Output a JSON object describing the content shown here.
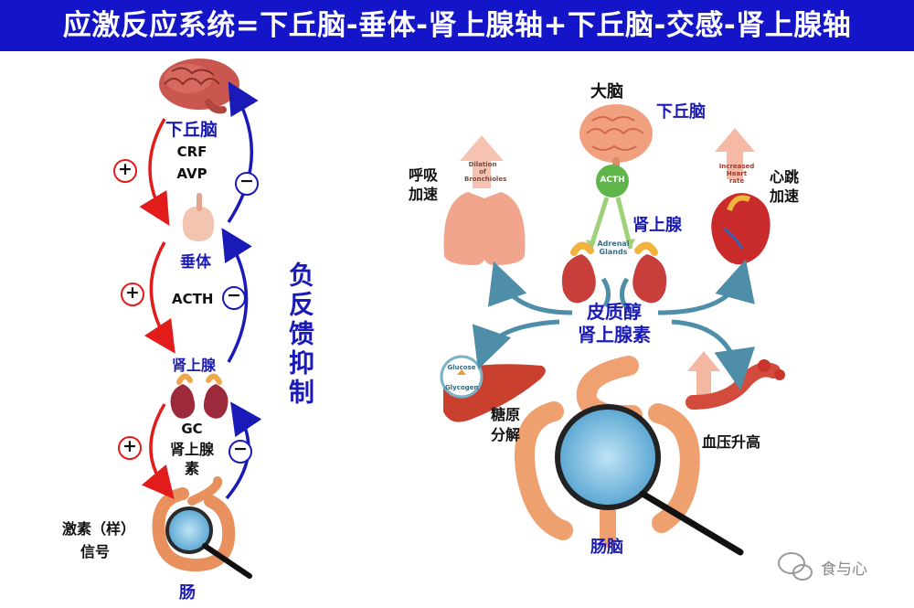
{
  "title": "应激反应系统=下丘脑-垂体-肾上腺轴+下丘脑-交感-肾上腺轴",
  "left_axis": {
    "hypothalamus": "下丘脑",
    "hormone_top_1": "CRF",
    "hormone_top_2": "AVP",
    "pituitary": "垂体",
    "hormone_mid": "ACTH",
    "adrenal": "肾上腺",
    "hormone_bottom_1": "GC",
    "hormone_bottom_2": "肾上腺",
    "hormone_bottom_3": "素",
    "signal_1": "激素（样）",
    "signal_2": "信号",
    "gut": "肠",
    "plus": "+",
    "minus": "−",
    "feedback": "负反馈抑制"
  },
  "right_axis": {
    "brain": "大脑",
    "hypothalamus": "下丘脑",
    "acth_badge": "ACTH",
    "adrenal": "肾上腺",
    "adrenal_glands_tag": "Adrenal Glands",
    "hormones_1": "皮质醇",
    "hormones_2": "肾上腺素",
    "breath_1": "呼吸",
    "breath_2": "加速",
    "bronchioles_tag": "Dilation of Bronchioles",
    "heart_1": "心跳",
    "heart_2": "加速",
    "heart_rate_tag": "Increased Heart rate",
    "glucose_tag": "Glucose",
    "glycogen_tag": "Glycogen",
    "glyco_1": "糖原",
    "glyco_2": "分解",
    "bp": "血压升高",
    "gut_brain": "肠脑"
  },
  "watermark": "食与心",
  "colors": {
    "title_bg": "#1414c8",
    "red_arrow": "#e21b1b",
    "blue_arrow": "#1a1ab8",
    "pathway": "#4f8ea8",
    "organ": "#e88a72"
  }
}
